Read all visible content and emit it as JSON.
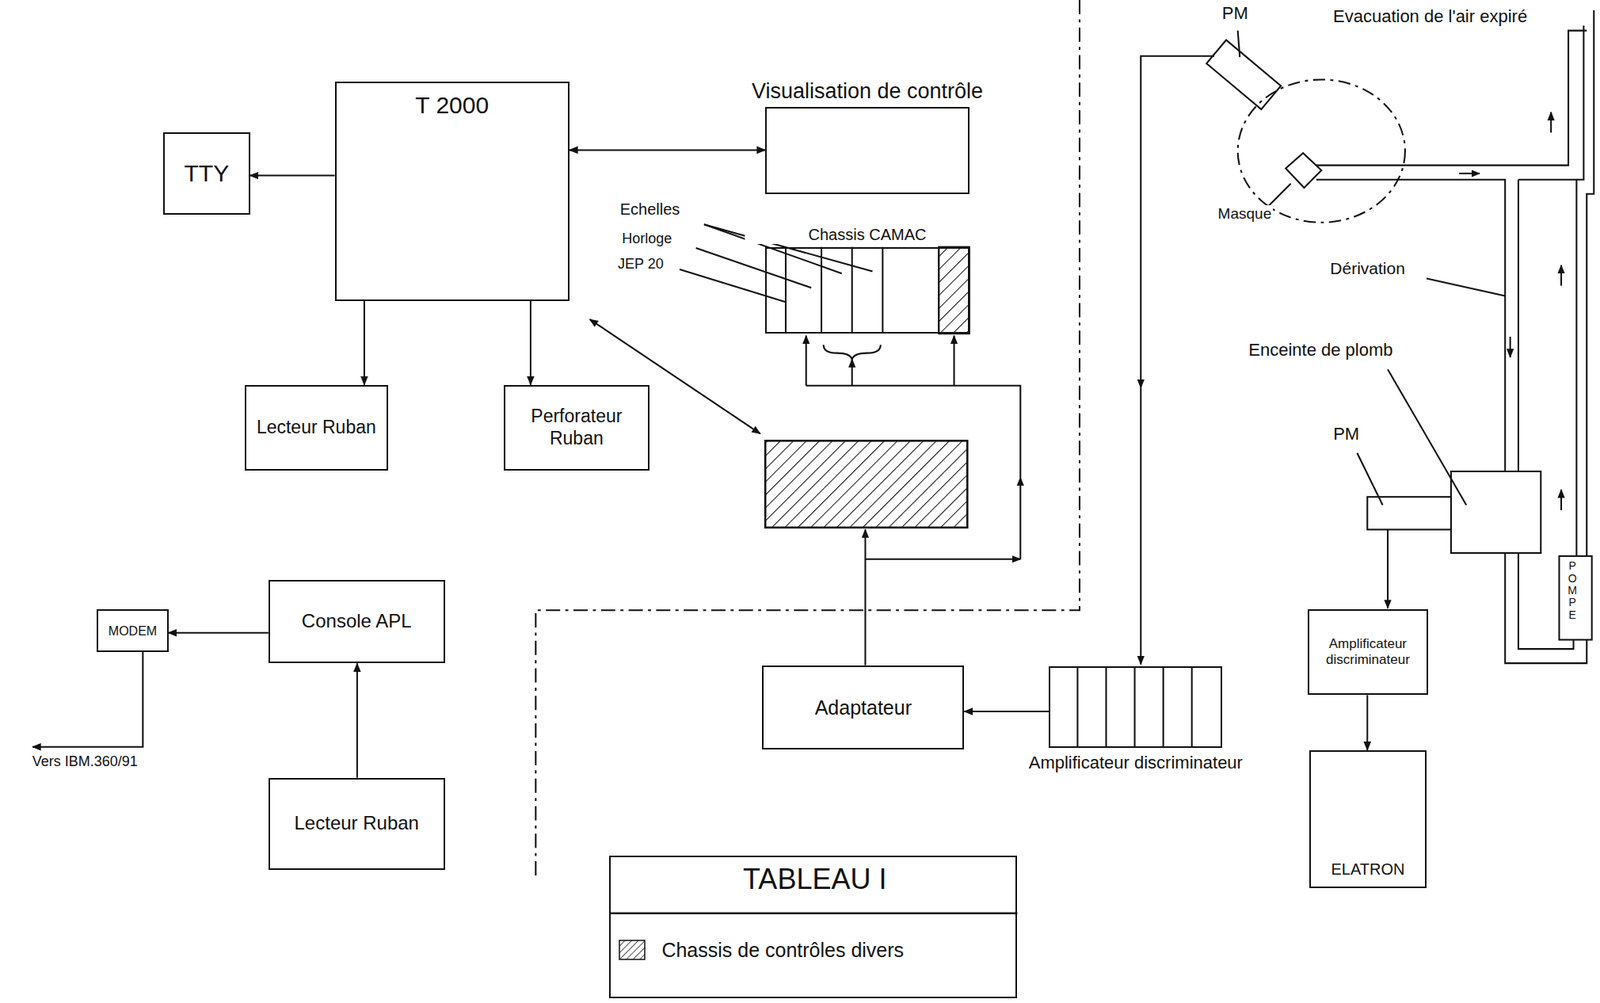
{
  "diagram": {
    "nodes": [
      {
        "text": [
          "TTY"
        ]
      },
      {
        "text": [
          "T 2000"
        ]
      },
      {
        "text": [
          "Lecteur Ruban"
        ]
      },
      {
        "text": [
          "Perforateur Ruban"
        ]
      },
      {
        "text": [
          "Visualisation de contrôle"
        ]
      },
      {
        "text": [
          "Chassis CAMAC"
        ]
      },
      {
        "text": [
          "Console APL"
        ]
      },
      {
        "text": [
          "MODEM"
        ]
      },
      {
        "text": [
          "Lecteur Ruban"
        ]
      },
      {
        "text": [
          "Adaptateur"
        ]
      },
      {
        "text": [
          "Amplificateur discriminateur"
        ]
      },
      {
        "text": [
          "Amplificateur discriminateur"
        ]
      },
      {
        "text": [
          "ELATRON"
        ]
      }
    ],
    "edges": [
      {
        "from": 1,
        "to": 0,
        "arrow": "to"
      },
      {
        "from": 1,
        "to": 2,
        "arrow": "to"
      },
      {
        "from": 1,
        "to": 3,
        "arrow": "to"
      },
      {
        "from": 1,
        "to": 4,
        "arrow": "both"
      },
      {
        "from": 6,
        "to": 7,
        "arrow": "to"
      },
      {
        "from": 8,
        "to": 6,
        "arrow": "to"
      },
      {
        "from": 10,
        "to": 9,
        "arrow": "to"
      },
      {
        "from": 11,
        "to": 12,
        "arrow": "to"
      }
    ],
    "labels": [
      "Echelles",
      "Horloge",
      "JEP 20",
      "PM",
      "Evacuation de l'air expiré",
      "Masque",
      "Dérivation",
      "Enceinte de plomb",
      "PM",
      "POMPE",
      "Vers IBM.360/91",
      "TABLEAU I"
    ],
    "legend": [
      {
        "text": "Chassis de contrôles divers"
      }
    ]
  }
}
